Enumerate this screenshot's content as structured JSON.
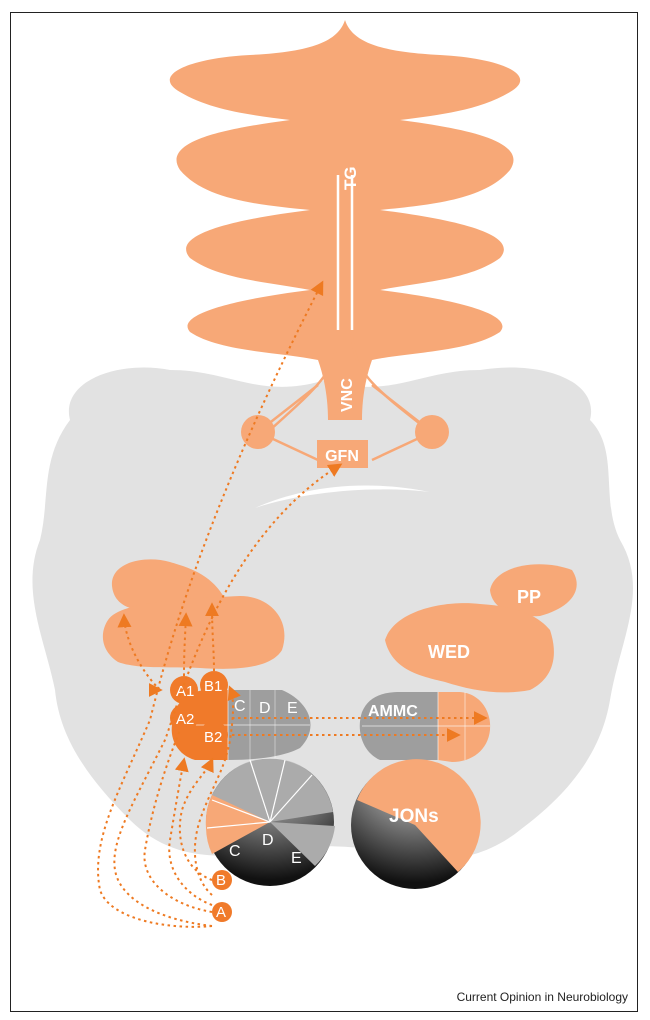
{
  "labels": {
    "tg": "TG",
    "vnc": "VNC",
    "gfn": "GFN",
    "pp": "PP",
    "wed": "WED",
    "ammc": "AMMC",
    "a1": "A1",
    "b1": "B1",
    "a2": "A2",
    "b2": "B2",
    "c": "C",
    "d": "D",
    "e": "E",
    "pie_a": "A",
    "pie_b": "B",
    "pie_c": "C",
    "pie_d": "D",
    "pie_e": "E",
    "jons": "JONs"
  },
  "caption": "Current Opinion in Neurobiology",
  "colors": {
    "orange": "#F7A877",
    "orange_dark": "#F07A2A",
    "arrow": "#EE7A22",
    "brain": "#E2E2E2",
    "gray_zone": "#9E9E9E"
  }
}
